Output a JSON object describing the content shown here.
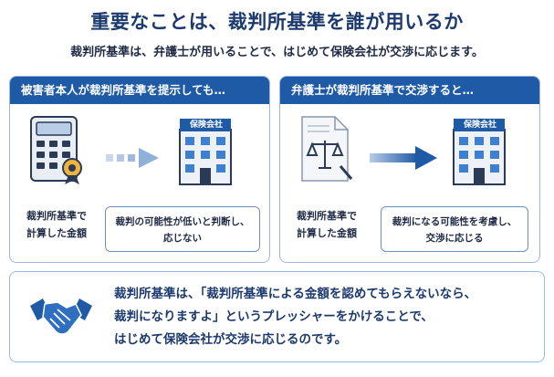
{
  "title": "重要なことは、裁判所基準を誰が用いるか",
  "subtitle": "裁判所基準は、弁護士が用いることで、はじめて保険会社が交渉に応じます。",
  "left_panel": {
    "header": "被害者本人が裁判所基準を提示しても…",
    "building_sign": "保険会社",
    "caption_line1": "裁判所基準で",
    "caption_line2": "計算した金額",
    "note_line1": "裁判の可能性が低いと判断し、",
    "note_line2": "応じない",
    "icon": "calculator-icon",
    "arrow_style": "dashed"
  },
  "right_panel": {
    "header": "弁護士が裁判所基準で交渉すると…",
    "building_sign": "保険会社",
    "caption_line1": "裁判所基準で",
    "caption_line2": "計算した金額",
    "note_line1": "裁判になる可能性を考慮し、",
    "note_line2": "交渉に応じる",
    "icon": "legal-document-icon",
    "arrow_style": "solid"
  },
  "bottom": {
    "line1": "裁判所基準は、「裁判所基準による金額を認めてもらえないなら、",
    "line2": "裁判になりますよ」というプレッシャーをかけることで、",
    "line3": "はじめて保険会社が交渉に応じるのです。",
    "icon": "handshake-icon"
  },
  "colors": {
    "primary": "#1f5aa6",
    "title": "#1d3a6e",
    "border": "#9db8dc"
  }
}
